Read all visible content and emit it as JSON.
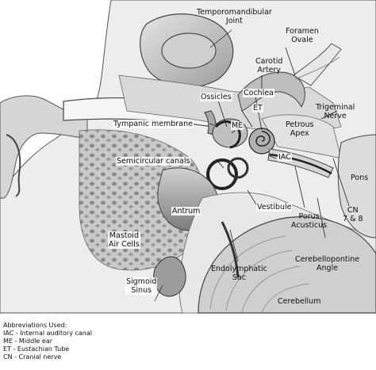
{
  "labels": {
    "tmj": [
      "Temporomandibular",
      "Joint"
    ],
    "foramen_ovale": [
      "Foramen",
      "Ovale"
    ],
    "carotid_artery": [
      "Carotid",
      "Artery"
    ],
    "ossicles": "Ossicles",
    "cochlea": "Cochlea",
    "et": "ET",
    "trigeminal_nerve": [
      "Trigeminal",
      "Nerve"
    ],
    "tympanic_membrane": "Tympanic membrane",
    "me": "ME",
    "petrous_apex": [
      "Petrous",
      "Apex"
    ],
    "semicircular_canals": "Semicircular canals",
    "iac": "IAC",
    "pons": "Pons",
    "vestibule": "Vestibule",
    "cn": [
      "CN",
      "7 & 8"
    ],
    "antrum": "Antrum",
    "porus_acusticus": [
      "Porus",
      "Acusticus"
    ],
    "mastoid_air_cells": [
      "Mastoid",
      "Air Cells"
    ],
    "cerebellopontine_angle": [
      "Cerebellopontine",
      "Angle"
    ],
    "endolymphatic_sac": [
      "Endolymphatic",
      "Sac"
    ],
    "sigmoid_sinus": [
      "Sigmoid",
      "Sinus"
    ],
    "cerebellum": "Cerebellum"
  },
  "abbreviations": {
    "title": "Abbreviations Used:",
    "items": [
      "IAC - Internal auditory canal",
      "ME - Middle ear",
      "ET - Eustachian Tube",
      "CN - Cranial nerve"
    ]
  }
}
